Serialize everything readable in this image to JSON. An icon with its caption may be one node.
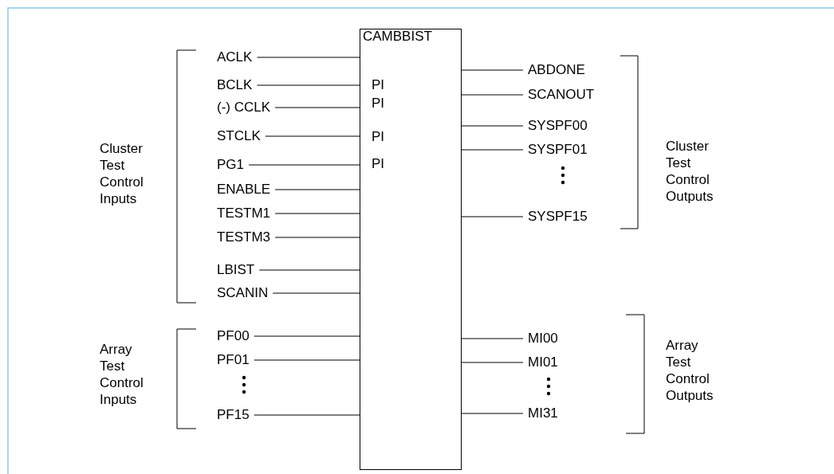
{
  "diagram": {
    "nodes": [
      {
        "text": [
          "CAMBBIST",
          "PI",
          "PI",
          "PI",
          "PI"
        ]
      },
      {
        "text": [
          "ACLK"
        ]
      },
      {
        "text": [
          "BCLK"
        ]
      },
      {
        "text": [
          "(-) CCLK"
        ]
      },
      {
        "text": [
          "STCLK"
        ]
      },
      {
        "text": [
          "PG1"
        ]
      },
      {
        "text": [
          "ENABLE"
        ]
      },
      {
        "text": [
          "TESTM1"
        ]
      },
      {
        "text": [
          "TESTM3"
        ]
      },
      {
        "text": [
          "LBIST"
        ]
      },
      {
        "text": [
          "SCANIN"
        ]
      },
      {
        "text": [
          "PF00"
        ]
      },
      {
        "text": [
          "PF01"
        ]
      },
      {
        "text": [
          "PF15"
        ]
      },
      {
        "text": [
          "ABDONE"
        ]
      },
      {
        "text": [
          "SCANOUT"
        ]
      },
      {
        "text": [
          "SYSPF00"
        ]
      },
      {
        "text": [
          "SYSPF01"
        ]
      },
      {
        "text": [
          "SYSPF15"
        ]
      },
      {
        "text": [
          "MI00"
        ]
      },
      {
        "text": [
          "MI01"
        ]
      },
      {
        "text": [
          "MI31"
        ]
      }
    ],
    "edges": [
      {
        "from": 1,
        "to": 0,
        "arrow": "none"
      },
      {
        "from": 2,
        "to": 0,
        "arrow": "none"
      },
      {
        "from": 3,
        "to": 0,
        "arrow": "none"
      },
      {
        "from": 4,
        "to": 0,
        "arrow": "none"
      },
      {
        "from": 5,
        "to": 0,
        "arrow": "none"
      },
      {
        "from": 6,
        "to": 0,
        "arrow": "none"
      },
      {
        "from": 7,
        "to": 0,
        "arrow": "none"
      },
      {
        "from": 8,
        "to": 0,
        "arrow": "none"
      },
      {
        "from": 9,
        "to": 0,
        "arrow": "none"
      },
      {
        "from": 10,
        "to": 0,
        "arrow": "none"
      },
      {
        "from": 11,
        "to": 0,
        "arrow": "none"
      },
      {
        "from": 12,
        "to": 0,
        "arrow": "none"
      },
      {
        "from": 13,
        "to": 0,
        "arrow": "none"
      },
      {
        "from": 0,
        "to": 14,
        "arrow": "none"
      },
      {
        "from": 0,
        "to": 15,
        "arrow": "none"
      },
      {
        "from": 0,
        "to": 16,
        "arrow": "none"
      },
      {
        "from": 0,
        "to": 17,
        "arrow": "none"
      },
      {
        "from": 0,
        "to": 18,
        "arrow": "none"
      },
      {
        "from": 0,
        "to": 19,
        "arrow": "none"
      },
      {
        "from": 0,
        "to": 20,
        "arrow": "none"
      },
      {
        "from": 0,
        "to": 21,
        "arrow": "none"
      }
    ],
    "labels": [
      "Cluster Test Control Inputs",
      "Cluster Test Control Outputs",
      "Array Test Control Inputs",
      "Array Test Control Outputs"
    ]
  }
}
